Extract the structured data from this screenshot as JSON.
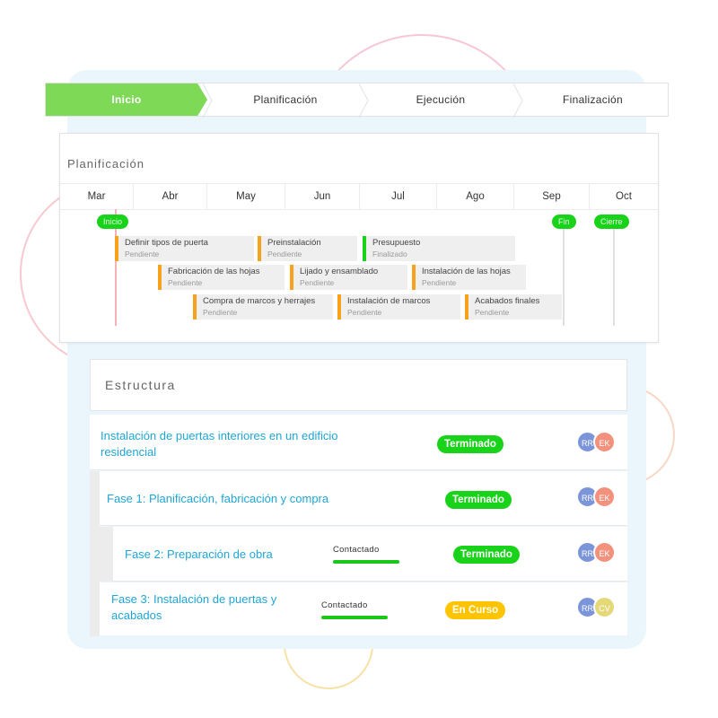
{
  "stepper": {
    "steps": [
      "Inicio",
      "Planificación",
      "Ejecución",
      "Finalización"
    ],
    "active_index": 0
  },
  "gantt": {
    "title": "Planificación",
    "months": [
      "Mar",
      "Abr",
      "May",
      "Jun",
      "Jul",
      "Ago",
      "Sep",
      "Oct"
    ],
    "milestones": [
      "Inicio",
      "Fin",
      "Cierre"
    ],
    "tasks": [
      {
        "name": "Definir tipos de puerta",
        "status": "Pendiente"
      },
      {
        "name": "Preinstalación",
        "status": "Pendiente"
      },
      {
        "name": "Presupuesto",
        "status": "Finalizado"
      },
      {
        "name": "Fabricación de las hojas",
        "status": "Pendiente"
      },
      {
        "name": "Lijado y ensamblado",
        "status": "Pendiente"
      },
      {
        "name": "Instalación de las hojas",
        "status": "Pendiente"
      },
      {
        "name": "Compra de marcos y herrajes",
        "status": "Pendiente"
      },
      {
        "name": "Instalación de marcos",
        "status": "Pendiente"
      },
      {
        "name": "Acabados finales",
        "status": "Pendiente"
      }
    ]
  },
  "estructura": {
    "title": "Estructura",
    "rows": [
      {
        "title": "Instalación de puertas interiores en un edificio residencial",
        "contact": "",
        "status": "Terminado",
        "avatars": [
          "RR",
          "EK"
        ]
      },
      {
        "title": "Fase 1: Planificación, fabricación y compra",
        "contact": "",
        "status": "Terminado",
        "avatars": [
          "RR",
          "EK"
        ]
      },
      {
        "title": "Fase 2: Preparación de obra",
        "contact": "Contactado",
        "status": "Terminado",
        "avatars": [
          "RR",
          "EK"
        ]
      },
      {
        "title": "Fase 3: Instalación de puertas y acabados",
        "contact": "Contactado",
        "status": "En Curso",
        "avatars": [
          "RR",
          "CV"
        ]
      }
    ]
  },
  "colors": {
    "accent_green": "#7ed957",
    "status_green": "#19d21a",
    "status_yellow": "#ffc400",
    "pending_orange": "#f7a21c",
    "link_blue": "#1fa6d6"
  }
}
